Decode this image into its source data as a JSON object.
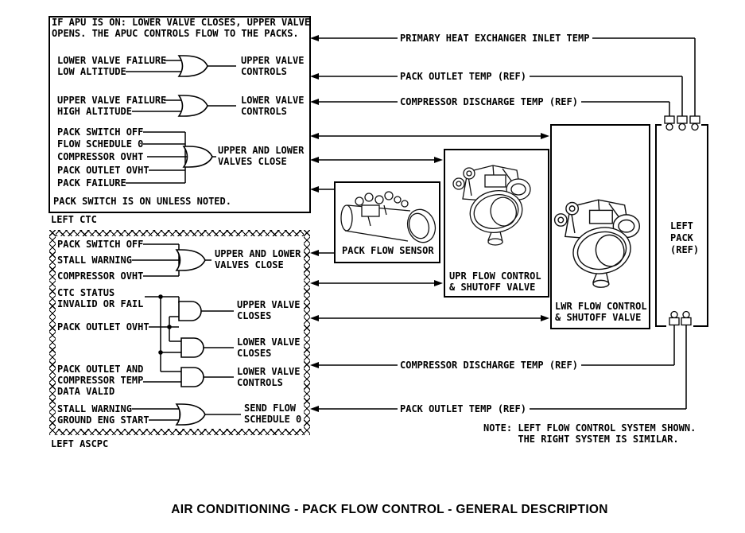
{
  "title": "AIR CONDITIONING - PACK FLOW CONTROL - GENERAL DESCRIPTION",
  "footnote": "NOTE: LEFT FLOW CONTROL SYSTEM SHOWN.\n      THE RIGHT SYSTEM IS SIMILAR.",
  "colors": {
    "line": "#000000",
    "background": "#ffffff"
  },
  "ctc": {
    "label": "LEFT CTC",
    "apu_note": "IF APU IS ON: LOWER VALVE CLOSES, UPPER VALVE\nOPENS. THE APUC CONTROLS FLOW TO THE PACKS.",
    "footer": "PACK SWITCH IS ON UNLESS NOTED.",
    "gates": [
      {
        "type": "or",
        "inputs": [
          "LOWER VALVE FAILURE",
          "LOW ALTITUDE"
        ],
        "output": "UPPER VALVE\nCONTROLS"
      },
      {
        "type": "or",
        "inputs": [
          "UPPER VALVE FAILURE",
          "HIGH ALTITUDE"
        ],
        "output": "LOWER VALVE\nCONTROLS"
      },
      {
        "type": "or",
        "inputs": [
          "PACK SWITCH OFF",
          "FLOW SCHEDULE 0",
          "COMPRESSOR OVHT",
          "PACK OUTLET OVHT",
          "PACK FAILURE"
        ],
        "output": "UPPER AND LOWER\nVALVES CLOSE"
      }
    ]
  },
  "ascpc": {
    "label": "LEFT ASCPC",
    "gates": [
      {
        "type": "or",
        "inputs": [
          "PACK SWITCH OFF",
          "STALL WARNING",
          "COMPRESSOR OVHT"
        ],
        "output": "UPPER AND LOWER\nVALVES CLOSE"
      },
      {
        "type": "and",
        "inputs": [
          "CTC STATUS\nINVALID OR FAIL",
          "PACK OUTLET OVHT"
        ],
        "output": "UPPER VALVE\nCLOSES"
      },
      {
        "type": "and",
        "inputs": [],
        "output": "LOWER VALVE\nCLOSES"
      },
      {
        "type": "and",
        "inputs": [
          "PACK OUTLET AND\nCOMPRESSOR TEMP\nDATA VALID"
        ],
        "output": "LOWER VALVE\nCONTROLS"
      },
      {
        "type": "or",
        "inputs": [
          "STALL WARNING",
          "GROUND ENG START"
        ],
        "output": "SEND FLOW\nSCHEDULE 0"
      }
    ]
  },
  "components": {
    "pack_flow_sensor": "PACK FLOW SENSOR",
    "upper_valve": "UPR FLOW CONTROL\n& SHUTOFF VALVE",
    "lower_valve": "LWR FLOW CONTROL\n& SHUTOFF VALVE",
    "left_pack": "LEFT\nPACK\n(REF)"
  },
  "signals": {
    "primary_hx_inlet_temp": "PRIMARY HEAT EXCHANGER INLET TEMP",
    "pack_outlet_temp_upper": "PACK OUTLET TEMP (REF)",
    "compressor_discharge_temp_upper": "COMPRESSOR DISCHARGE TEMP (REF)",
    "compressor_discharge_temp_lower": "COMPRESSOR DISCHARGE TEMP (REF)",
    "pack_outlet_temp_lower": "PACK OUTLET TEMP (REF)"
  }
}
